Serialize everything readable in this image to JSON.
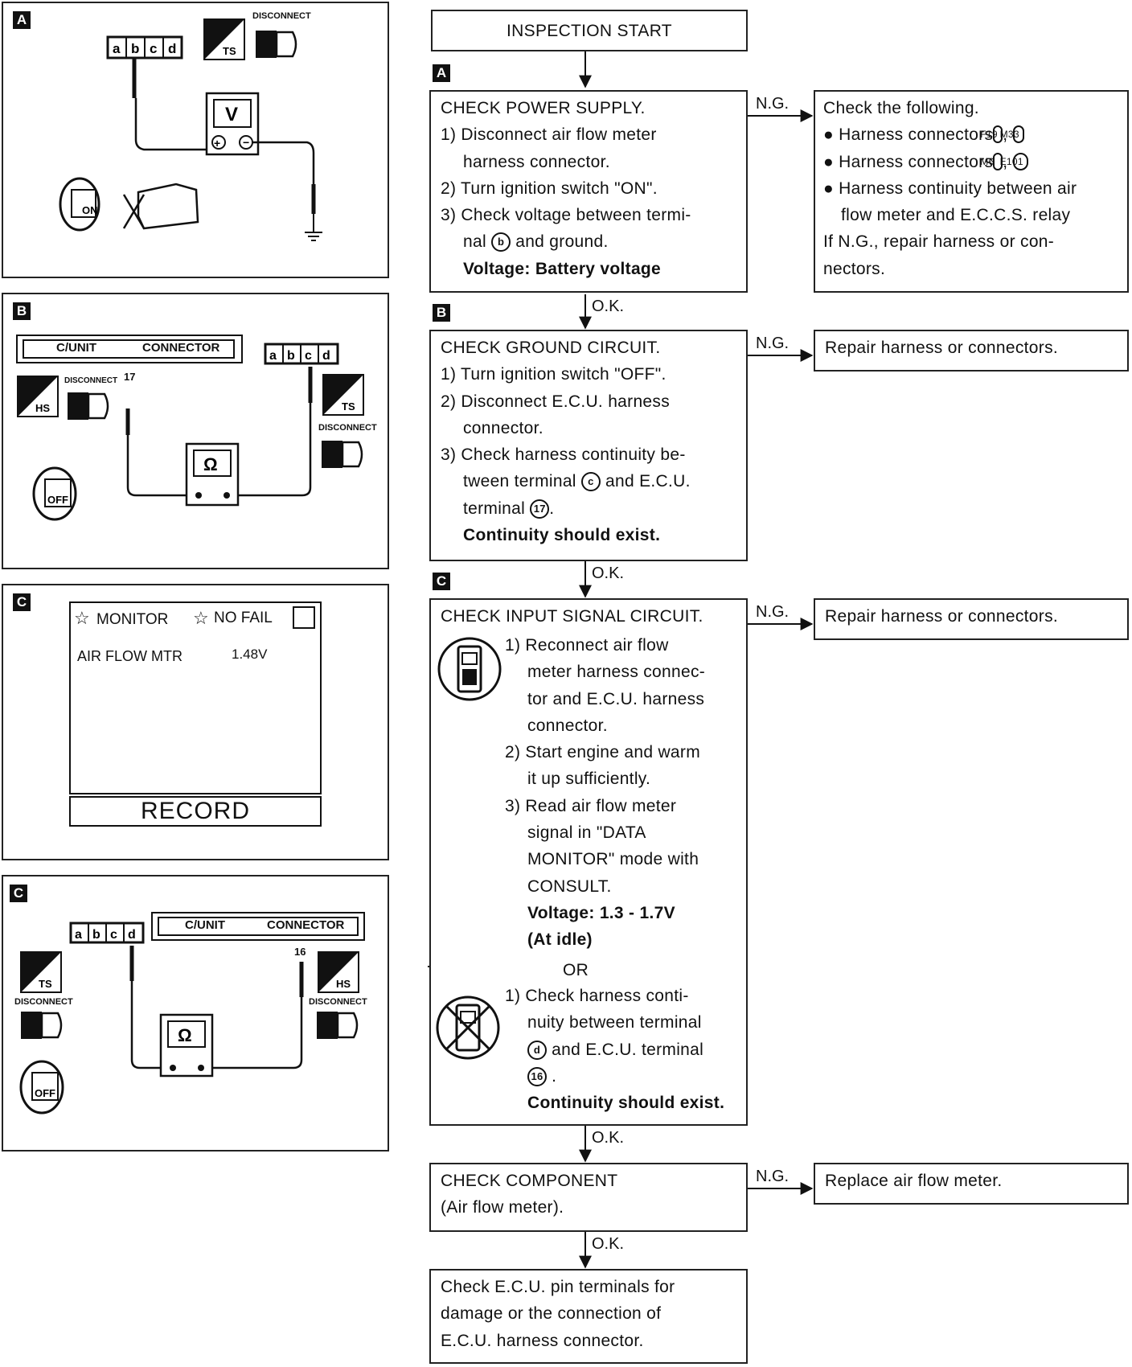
{
  "flow": {
    "start": "INSPECTION START",
    "ng": "N.G.",
    "ok": "O.K.",
    "or": "OR",
    "step_a": {
      "badge": "A",
      "title": "CHECK POWER SUPPLY.",
      "s1a": "1) Disconnect air flow meter",
      "s1b": "harness connector.",
      "s2": "2) Turn ignition switch \"ON\".",
      "s3a": "3) Check voltage between termi-",
      "s3b_pre": "nal",
      "s3b_term": "b",
      "s3b_post": "and ground.",
      "spec": "Voltage: Battery voltage"
    },
    "ng_a": {
      "title": "Check the following.",
      "b1_pre": "Harness connectors",
      "b1_c1": "F19",
      "b1_c2": "M33",
      "b2_pre": "Harness connectors",
      "b2_c1": "M6",
      "b2_c2": "E101",
      "b3a": "Harness continuity between air",
      "b3b": "flow meter and E.C.C.S. relay",
      "r1": "If N.G., repair harness or con-",
      "r2": "nectors."
    },
    "step_b": {
      "badge": "B",
      "title": "CHECK GROUND CIRCUIT.",
      "s1": "1) Turn ignition switch \"OFF\".",
      "s2a": "2) Disconnect E.C.U. harness",
      "s2b": "connector.",
      "s3a": "3) Check harness continuity be-",
      "s3b_pre": "tween terminal",
      "s3b_term": "c",
      "s3b_post": "and E.C.U.",
      "s3c_pre": "terminal",
      "s3c_term": "17",
      "spec": "Continuity should exist."
    },
    "ng_b": "Repair harness or connectors.",
    "step_c": {
      "badge": "C",
      "title": "CHECK INPUT SIGNAL CIRCUIT.",
      "p1a": "1) Reconnect air flow",
      "p1b": "meter harness connec-",
      "p1c": "tor and E.C.U. harness",
      "p1d": "connector.",
      "p2a": "2) Start engine and warm",
      "p2b": "it up sufficiently.",
      "p3a": "3) Read air flow meter",
      "p3b": "signal in \"DATA",
      "p3c": "MONITOR\" mode with",
      "p3d": "CONSULT.",
      "spec1": "Voltage: 1.3 - 1.7V",
      "spec2": "(At idle)",
      "q1a": "1) Check harness conti-",
      "q1b": "nuity between terminal",
      "q1c_term": "d",
      "q1c_post": "and E.C.U. terminal",
      "q1d_term": "16",
      "spec3": "Continuity should exist."
    },
    "ng_c": "Repair harness or connectors.",
    "step_d": {
      "title": "CHECK COMPONENT",
      "sub": "(Air flow meter)."
    },
    "ng_d": "Replace air flow meter.",
    "final": {
      "l1": "Check E.C.U. pin terminals for",
      "l2": "damage or the connection of",
      "l3": "E.C.U. harness connector."
    }
  },
  "panels": {
    "a": {
      "badge": "A",
      "disconnect": "DISCONNECT",
      "ts": "TS",
      "meter": "V",
      "connector": [
        "a",
        "b",
        "c",
        "d"
      ],
      "key": "ON"
    },
    "b": {
      "badge": "B",
      "cunit": "C/UNIT",
      "connector_label": "CONNECTOR",
      "pin": "17",
      "hs": "HS",
      "ts": "TS",
      "disconnect": "DISCONNECT",
      "meter": "Ω",
      "key": "OFF",
      "connector": [
        "a",
        "b",
        "c",
        "d"
      ]
    },
    "c1": {
      "badge": "C",
      "monitor": "MONITOR",
      "no_fail": "NO FAIL",
      "row_label": "AIR FLOW MTR",
      "row_value": "1.48V",
      "record": "RECORD"
    },
    "c2": {
      "badge": "C",
      "cunit": "C/UNIT",
      "connector_label": "CONNECTOR",
      "pin": "16",
      "hs": "HS",
      "ts": "TS",
      "disconnect": "DISCONNECT",
      "meter": "Ω",
      "key": "OFF",
      "connector": [
        "a",
        "b",
        "c",
        "d"
      ]
    }
  }
}
